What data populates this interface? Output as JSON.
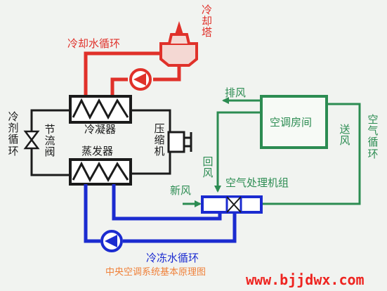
{
  "labels": {
    "cooling_tower": "冷却塔",
    "cooling_water_loop": "冷却水循环",
    "refrigerant_loop": "冷剂循环",
    "throttle_valve": "节流阀",
    "condenser": "冷凝器",
    "evaporator": "蒸发器",
    "compressor": "压缩机",
    "exhaust_air": "排风",
    "ac_room": "空调房间",
    "supply_air": "送风",
    "air_loop": "空气循环",
    "return_air": "回风",
    "fresh_air": "新风",
    "ahu": "空气处理机组",
    "chilled_water_loop": "冷冻水循环",
    "caption": "中央空调系统基本原理图",
    "watermark": "www.bjjdwx.com"
  },
  "colors": {
    "cooling_water": "#e0312a",
    "chilled_water": "#1b2bd0",
    "air": "#2c8c52",
    "refrigerant": "#1b1b1b",
    "caption": "#f0813a",
    "watermark": "#ee2420",
    "background": "#f1f3f0"
  },
  "icons": {
    "pump": "circle-arrow-icon",
    "valve": "bowtie-valve-icon",
    "heat_exchanger": "zigzag-coil-icon",
    "compressor": "compressor-icon",
    "cooling_tower": "cooling-tower-icon"
  }
}
